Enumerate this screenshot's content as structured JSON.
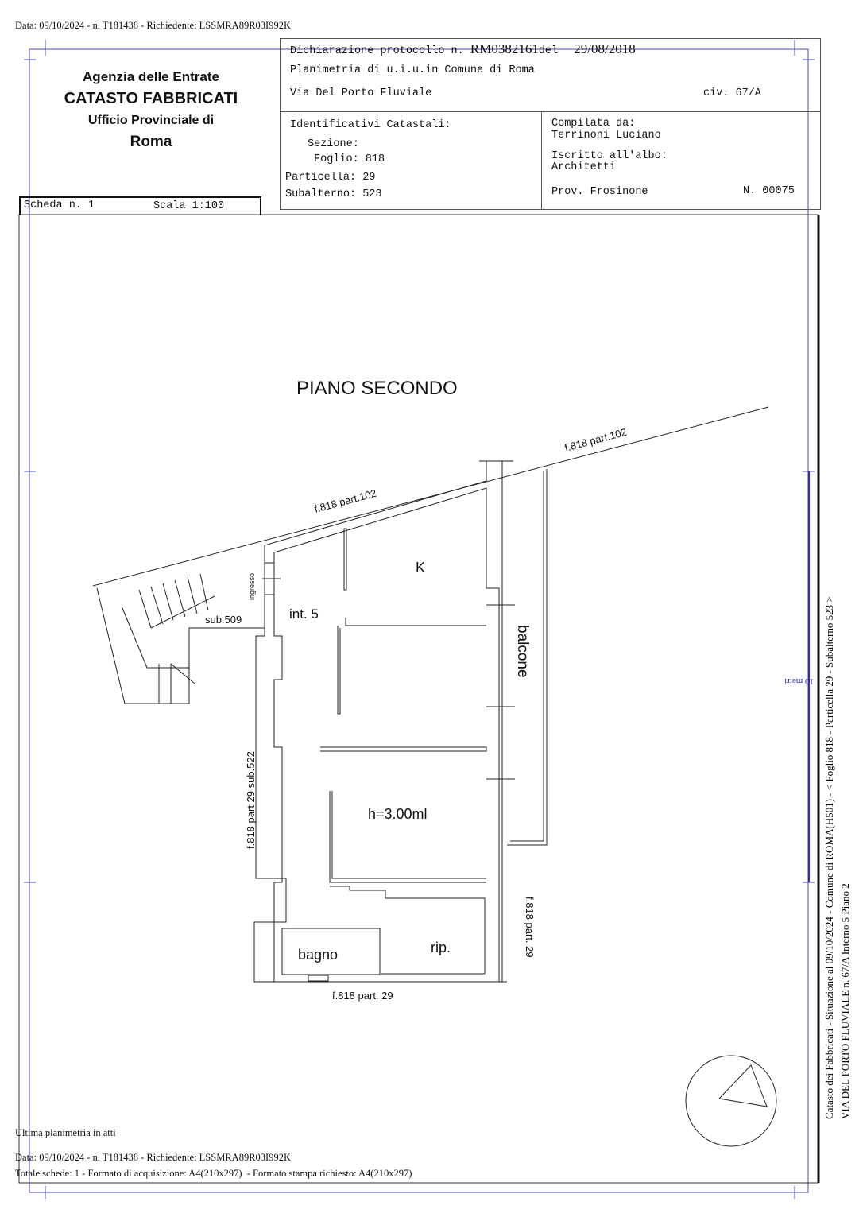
{
  "top_line": "Data: 09/10/2024 - n. T181438 - Richiedente: LSSMRA89R03I992K",
  "agency": {
    "line1": "Agenzia delle Entrate",
    "line2": "CATASTO FABBRICATI",
    "line3": "Ufficio Provinciale di",
    "line4": "Roma"
  },
  "header": {
    "protocol_label": "Dichiarazione protocollo n.",
    "protocol_number": "RM0382161",
    "protocol_del": "del",
    "protocol_date": "29/08/2018",
    "planimetria": "Planimetria di u.i.u.in Comune di Roma",
    "address": "Via Del Porto Fluviale",
    "civ": "civ. 67/A"
  },
  "identificativi": {
    "title": "Identificativi Catastali:",
    "sezione": "Sezione:",
    "foglio": "Foglio: 818",
    "particella": "Particella: 29",
    "subalterno": "Subalterno: 523"
  },
  "compilata": {
    "label": "Compilata da:",
    "name": "Terrinoni Luciano",
    "albo_label": "Iscritto all'albo:",
    "albo": "Architetti",
    "prov": "Prov. Frosinone",
    "number": "N. 00075"
  },
  "scheda": {
    "label": "Scheda n. 1",
    "scala": "Scala 1:100"
  },
  "plan": {
    "title": "PIANO SECONDO",
    "border_top_right": "f.818 part.102",
    "border_top_left": "f.818 part.102",
    "ingresso": "ingresso",
    "sub509": "sub.509",
    "int5": "int. 5",
    "kitchen": "K",
    "balcone": "balcone",
    "left_border": "f.818 part 29 sub.522",
    "height": "h=3.00ml",
    "bagno": "bagno",
    "rip": "rip.",
    "right_border": "f.818 part. 29",
    "bottom_border": "f.818 part. 29",
    "scale_bar": "10 metri"
  },
  "side_text": {
    "line1": "Catasto dei Fabbricati - Situazione al 09/10/2024 - Comune di ROMA(H501) - < Foglio 818 - Particella 29 - Subalterno 523 >",
    "line2": "VIA DEL PORTO FLUVIALE n. 67/A  Interno 5 Piano 2"
  },
  "footer": {
    "ultima": "Ultima planimetria in atti",
    "data": "Data: 09/10/2024 - n. T181438 - Richiedente: LSSMRA89R03I992K",
    "totale": "Totale schede: 1 - Formato di acquisizione: A4(210x297)  - Formato stampa richiesto: A4(210x297)"
  }
}
